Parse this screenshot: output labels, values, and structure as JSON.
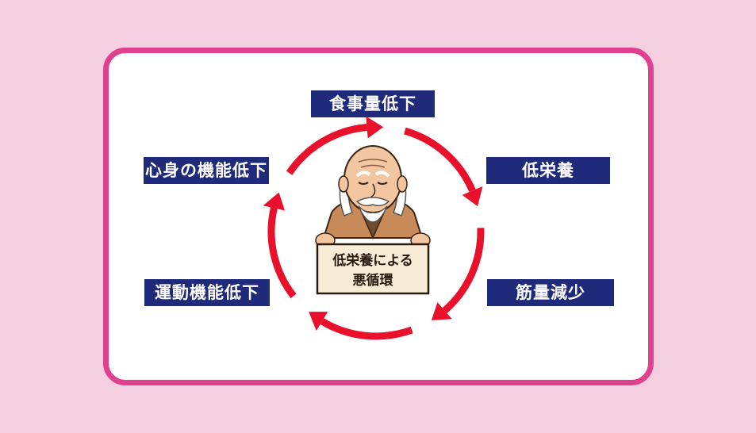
{
  "diagram": {
    "center_sign": {
      "line1": "低栄養による",
      "line2": "悪循環"
    },
    "stages": [
      {
        "key": "food-intake",
        "label": "食事量低下"
      },
      {
        "key": "undernutrition",
        "label": "低栄養"
      },
      {
        "key": "muscle-loss",
        "label": "筋量減少"
      },
      {
        "key": "motor-decline",
        "label": "運動機能低下"
      },
      {
        "key": "mind-body-decline",
        "label": "心身の機能低下"
      }
    ]
  },
  "colors": {
    "background": "#f3cfe0",
    "frame_border": "#e0408e",
    "label_bg": "#1f2a7a",
    "label_text": "#ffffff",
    "arrow": "#e8102a"
  },
  "icons": {
    "center": "elderly-man-holding-sign-icon",
    "arrows": "circular-arrow-icon"
  }
}
